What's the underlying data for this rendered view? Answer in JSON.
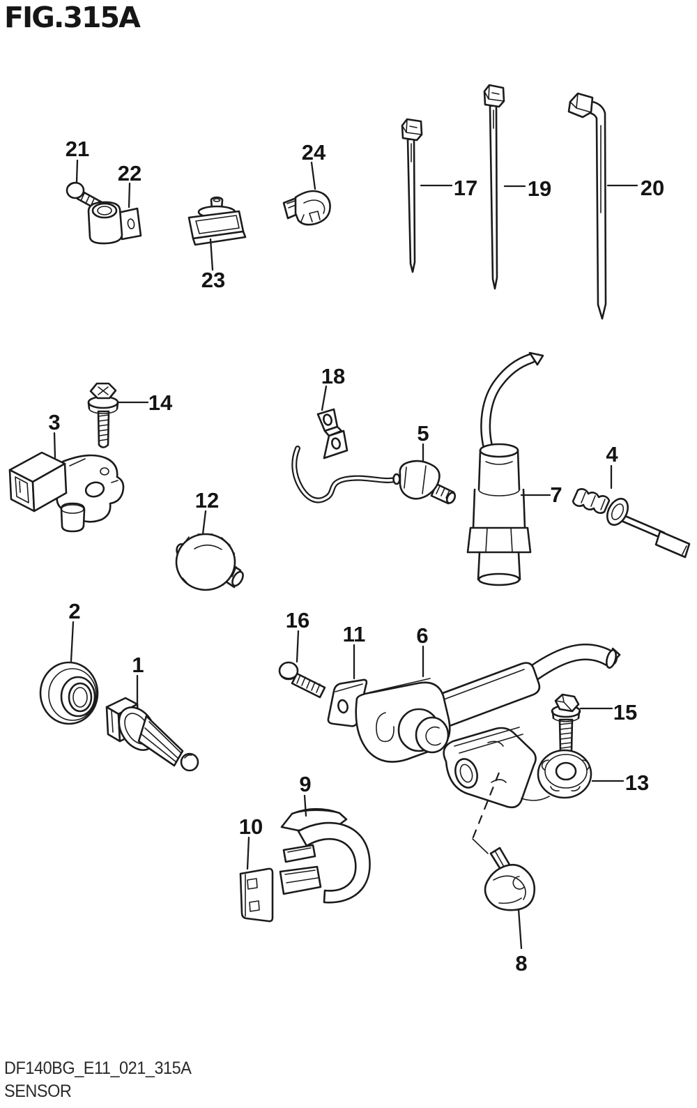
{
  "figure": {
    "title": "FIG.315A",
    "code": "DF140BG_E11_021_315A",
    "caption": "SENSOR"
  },
  "colors": {
    "ink": "#1b1b1b",
    "paper": "#ffffff"
  },
  "callouts": {
    "c1": "1",
    "c2": "2",
    "c3": "3",
    "c4": "4",
    "c5": "5",
    "c6": "6",
    "c7": "7",
    "c8": "8",
    "c9": "9",
    "c10": "10",
    "c11": "11",
    "c12": "12",
    "c13": "13",
    "c14": "14",
    "c15": "15",
    "c16": "16",
    "c17": "17",
    "c18": "18",
    "c19": "19",
    "c20": "20",
    "c21": "21",
    "c22": "22",
    "c23": "23",
    "c24": "24"
  }
}
